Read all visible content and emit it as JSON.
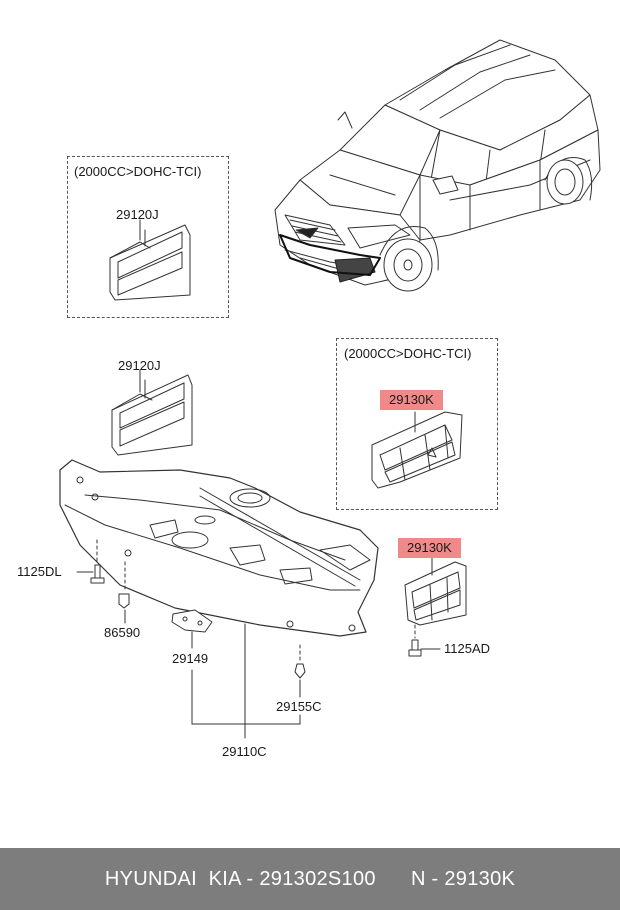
{
  "labels": {
    "note_left": "(2000CC>DOHC-TCI)",
    "note_right": "(2000CC>DOHC-TCI)",
    "p29120J_top": "29120J",
    "p29120J_mid": "29120J",
    "p29130K_top": "29130K",
    "p29130K_bottom": "29130K",
    "p1125DL": "1125DL",
    "p86590": "86590",
    "p29149": "29149",
    "p29155C": "29155C",
    "p29110C": "29110C",
    "p1125AD": "1125AD"
  },
  "highlight_color": "#f08a8a",
  "footer": {
    "text": "HYUNDAI  KIA - 291302S100      N - 29130K",
    "background": "#7d7d7d"
  }
}
